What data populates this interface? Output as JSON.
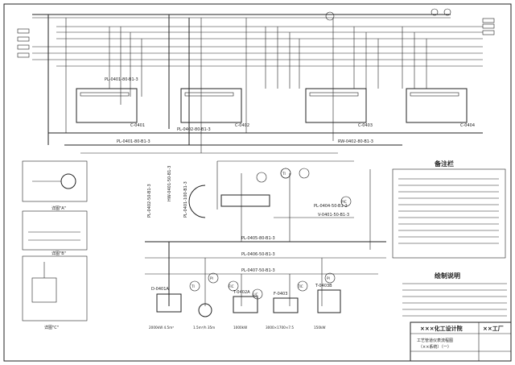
{
  "sheet": {
    "remarks_title": "备注栏",
    "drawing_notes_title": "绘制说明",
    "detail_a": "详图\"A\"",
    "detail_b": "详图\"B\"",
    "detail_c": "详图\"C\"",
    "org_name": "×××化工设计院",
    "project": "××工厂",
    "drawing_title_1": "工艺管道仪表流程图",
    "drawing_title_2": "（××系统）（一）"
  },
  "equipment_tags": {
    "c1": "C-0401",
    "c2": "C-0402",
    "c3": "C-0403",
    "c4": "C-0404",
    "e1": "D-0401A",
    "e2": "T-0402A",
    "e3": "F-0403",
    "e4": "T-0403B"
  },
  "line_labels": {
    "main_header": "PL-0401-80-B1-3",
    "return_header": "PL-0401-80-B1-3",
    "mid_header": "PL-0402-80-B1-3",
    "right_header": "RW-0402-80-B1-3",
    "branch": "PL-0404-50-B1-2",
    "valve_tag": "V-0401-50-B1-3",
    "vert_1": "PL-0401-100-B1-3",
    "vert_2": "PL-0402-50-B1-3",
    "vert_3": "HW-0401-50-B1-3",
    "lower_1": "PL-0405-80-B1-3",
    "lower_2": "PL-0406-50-B1-3",
    "lower_3": "PL-0407-50-B1-3"
  },
  "instrument_tags": {
    "i1": "TI",
    "i2": "PI",
    "i3": "FIC",
    "i4": "LIC",
    "i5": "TIC",
    "i6": "PI",
    "i7": "TI",
    "i8": "PIC"
  },
  "bottom_specs": {
    "s1": "2000kW  4.5m³",
    "s2": "1.5m³/h  35m",
    "s3": "1000kW",
    "s4": "3000×1700×7.5",
    "s5": "150kW"
  }
}
